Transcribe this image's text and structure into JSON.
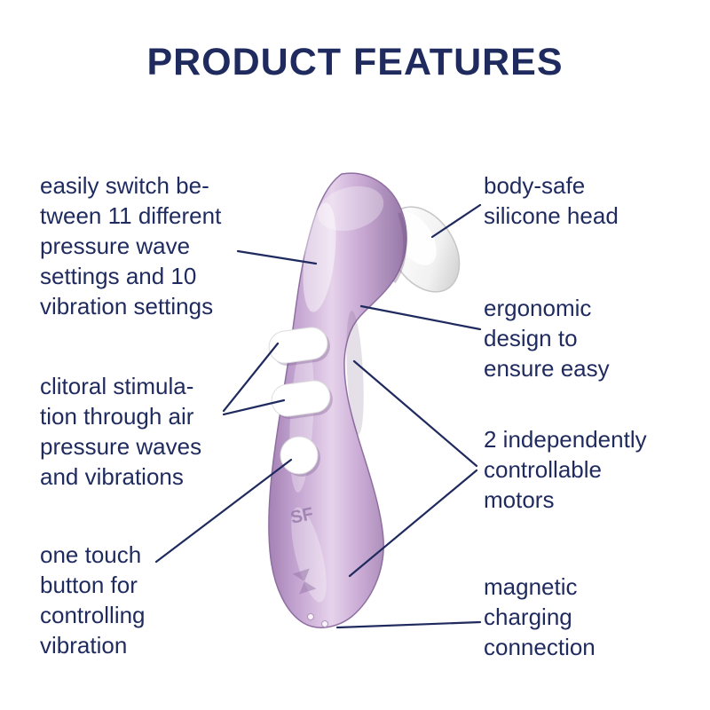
{
  "title": "PRODUCT FEATURES",
  "features": {
    "left": [
      {
        "id": "pressure-wave-settings",
        "text": "easily switch be-\ntween 11 different\npressure wave\nsettings and 10\nvibration settings"
      },
      {
        "id": "clitoral-stimulation",
        "text": "clitoral stimula-\ntion through air\npressure waves\nand vibrations"
      },
      {
        "id": "one-touch-button",
        "text": "one touch\nbutton for\ncontrolling\nvibration"
      }
    ],
    "right": [
      {
        "id": "silicone-head",
        "text": "body-safe\nsilicone head"
      },
      {
        "id": "ergonomic-design",
        "text": "ergonomic\ndesign to\nensure easy"
      },
      {
        "id": "independent-motors",
        "text": "2 independently\ncontrollable\nmotors"
      },
      {
        "id": "magnetic-charging",
        "text": "magnetic\ncharging\nconnection"
      }
    ]
  },
  "device": {
    "brand_mark": "SF"
  },
  "colors": {
    "text_navy": "#1f2a5e",
    "device_lilac_light": "#e6d3eb",
    "device_lilac": "#c3a3d0",
    "device_lilac_dark": "#8a6a9c",
    "head_white": "#ffffff"
  }
}
